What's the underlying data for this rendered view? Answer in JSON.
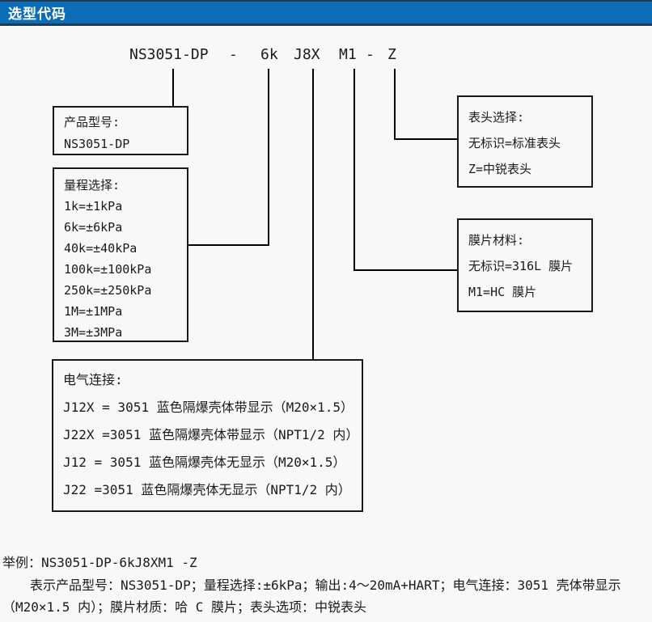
{
  "header": {
    "title": "选型代码",
    "bar_color": "#0b6db7",
    "bar_border_color": "#1d3b52",
    "text_color": "#ffffff"
  },
  "code": {
    "segments": [
      "NS3051-DP",
      "-",
      "6k",
      "J8X",
      "M1",
      "-",
      "Z"
    ]
  },
  "boxes": {
    "product": {
      "title": "产品型号:",
      "lines": [
        "NS3051-DP"
      ]
    },
    "range": {
      "title": "量程选择:",
      "lines": [
        "1k=±1kPa",
        "6k=±6kPa",
        "40k=±40kPa",
        "100k=±100kPa",
        "250k=±250kPa",
        "1M=±1MPa",
        "3M=±3MPa"
      ]
    },
    "electrical": {
      "title": "电气连接:",
      "lines": [
        "J12X = 3051 蓝色隔爆壳体带显示（M20×1.5）",
        "J22X =3051 蓝色隔爆壳体带显示（NPT1/2 内）",
        "J12 = 3051 蓝色隔爆壳体无显示（M20×1.5）",
        "J22 =3051 蓝色隔爆壳体无显示（NPT1/2 内）"
      ]
    },
    "display": {
      "title": "表头选择:",
      "lines": [
        "无标识=标准表头",
        "Z=中锐表头"
      ]
    },
    "diaphragm": {
      "title": "膜片材料:",
      "lines": [
        "无标识=316L 膜片",
        "M1=HC 膜片"
      ]
    }
  },
  "example": {
    "line1": "举例：NS3051-DP-6kJ8XM1 -Z",
    "line2": "表示产品型号：NS3051-DP；量程选择:±6kPa；输出:4～20mA+HART；电气连接：3051 壳体带显示",
    "line3": "（M20×1.5 内）；膜片材质：哈 C 膜片；表头选项：中锐表头"
  }
}
